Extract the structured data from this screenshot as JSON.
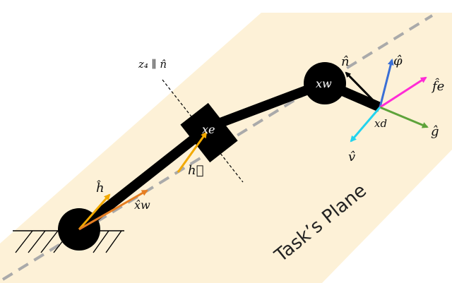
{
  "diagram": {
    "labels": {
      "z4_parallel_n": "z₄ ∥ n̂",
      "x_w": "xw",
      "x_e": "xe",
      "x_d": "xd",
      "n_hat": "n̂",
      "phi_hat": "φ̂",
      "f_e_hat": "f̂e",
      "g_hat": "ĝ",
      "v_hat": "v̂",
      "h_vec": "h⃗",
      "h_hat": "ĥ",
      "x_w_hat": "x̂w",
      "task_plane": "Task’s Plane"
    },
    "colors": {
      "plane_fill": "#fdf1d7",
      "plane_center_line": "#aaaaaa",
      "link": "#000000",
      "joint": "#000000",
      "n_hat_arrow": "#000000",
      "phi_hat_arrow": "#3a6fd6",
      "f_e_hat_arrow": "#ff2bd6",
      "g_hat_arrow": "#5ea33a",
      "v_hat_arrow": "#22d3ee",
      "h_arrow": "#f2a900",
      "x_w_hat_arrow": "#e67e22"
    }
  }
}
